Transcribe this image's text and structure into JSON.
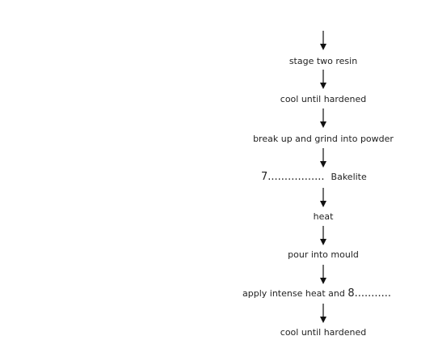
{
  "flowchart": {
    "steps": [
      {
        "text": "stage two resin"
      },
      {
        "text": "cool until hardened"
      },
      {
        "text": "break up and grind into powder"
      },
      {
        "blank": "7.................",
        "text": "Bakelite"
      },
      {
        "text": "heat"
      },
      {
        "text": "pour into mould"
      },
      {
        "text": "apply intense heat and ",
        "blank": "8..........."
      },
      {
        "text": "cool until hardened"
      }
    ],
    "colors": {
      "text": "#222222",
      "arrow": "#111111",
      "background": "#ffffff"
    },
    "icons": {
      "arrow": "arrow-down-icon"
    }
  }
}
